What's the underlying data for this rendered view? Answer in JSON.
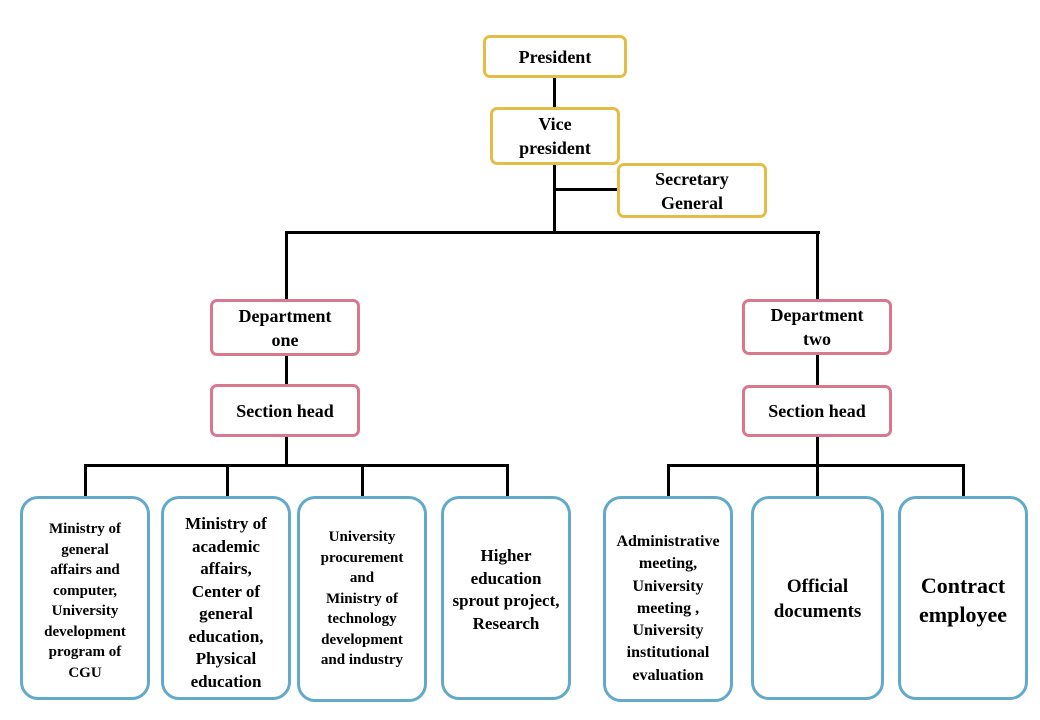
{
  "title": "Organization chart",
  "colors": {
    "executive_border": "#e5bd45",
    "department_border": "#d9778f",
    "unit_border": "#62a9cc",
    "connector": "#000000"
  },
  "executive": {
    "president": "President",
    "vice_president": "Vice\npresident",
    "secretary_general": "Secretary\nGeneral"
  },
  "departments": [
    {
      "name": "Department\none",
      "section_head": "Section head",
      "units": [
        "Ministry of\ngeneral\naffairs and\ncomputer,\nUniversity\ndevelopment\nprogram of\nCGU",
        "Ministry of\nacademic\naffairs,\nCenter of\ngeneral\neducation,\nPhysical\neducation",
        "University\nprocurement\nand\nMinistry of\ntechnology\ndevelopment\nand industry",
        "Higher\neducation\nsprout project,\nResearch"
      ]
    },
    {
      "name": "Department\ntwo",
      "section_head": "Section head",
      "units": [
        "Administrative\nmeeting,\nUniversity\nmeeting ,\nUniversity\ninstitutional\nevaluation",
        "Official\ndocuments",
        "Contract\nemployee"
      ]
    }
  ]
}
